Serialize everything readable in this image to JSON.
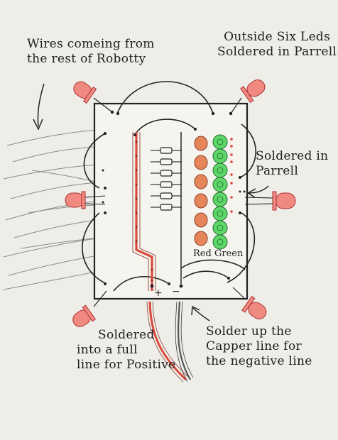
{
  "annotations": {
    "wires_note": [
      "Wires comeing from",
      "the rest of Robotty"
    ],
    "outside_leds_note": [
      "Outside Six Leds",
      "Soldered in Parrell"
    ],
    "soldered_parallel_note": [
      "Soldered in",
      "Parrell"
    ],
    "positive_note": [
      "Soldered",
      "into a full",
      "line for Positive"
    ],
    "negative_note": [
      "Solder up the",
      "Capper line for",
      "the negative line"
    ]
  },
  "board_labels": {
    "red": "Red",
    "green": "Green",
    "plus": "+",
    "minus": "−"
  },
  "colors": {
    "paper": "#efede8",
    "ink": "#1e1e1e",
    "led_red": "#f08a80",
    "led_green": "#5fd66a",
    "positive_wire": "#d94a3a",
    "led_orange": "#e5865a"
  }
}
